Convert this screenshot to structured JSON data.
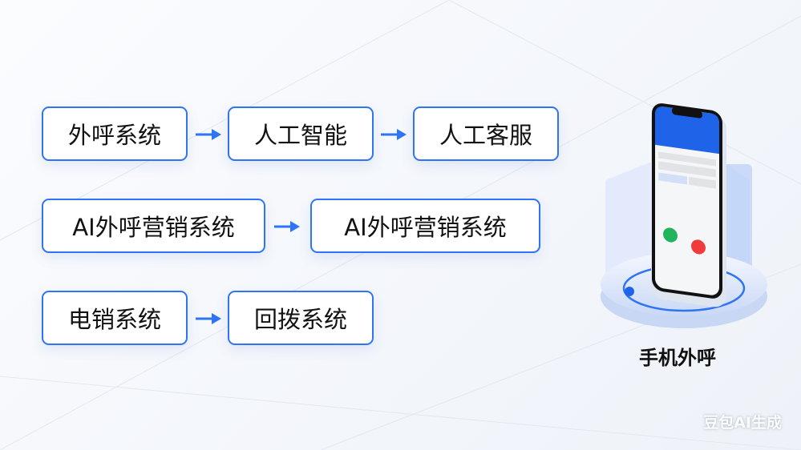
{
  "rows": [
    {
      "boxes": [
        "外呼系统",
        "人工智能",
        "人工客服"
      ]
    },
    {
      "boxes": [
        "AI外呼营销系统",
        "AI外呼营销系统"
      ]
    },
    {
      "boxes": [
        "电销系统",
        "回拨系统"
      ]
    }
  ],
  "phone_label": "手机外呼",
  "watermark": "豆包AI生成",
  "colors": {
    "accent": "#2f74f5",
    "answer": "#22b35e",
    "hangup": "#ef3b3b"
  }
}
